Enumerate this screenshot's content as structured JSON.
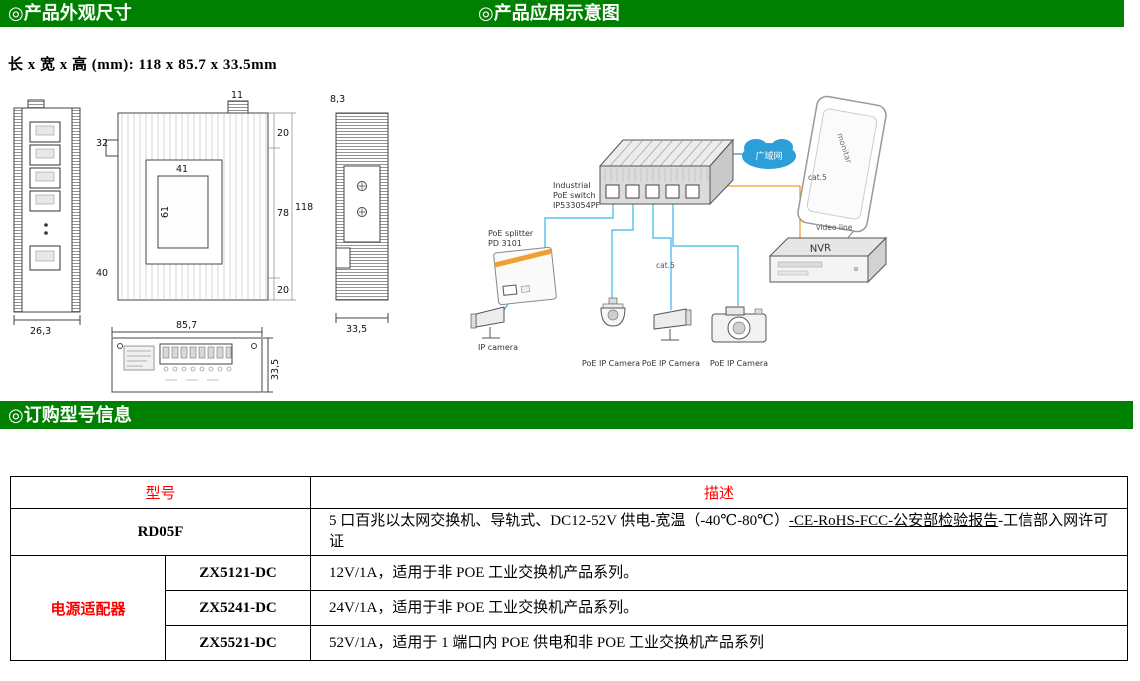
{
  "sections": {
    "appearance_title": "◎产品外观尺寸",
    "application_title": "◎产品应用示意图",
    "ordering_title": "◎订购型号信息"
  },
  "size_line": "长 x 宽 x 高 (mm): 118 x 85.7 x 33.5mm",
  "drawings": {
    "front": {
      "width": "26,3"
    },
    "main": {
      "top_tab": "11",
      "left_top": "32",
      "left_bottom": "40",
      "inner_w": "41",
      "inner_h": "61",
      "right_top": "20",
      "right_mid": "78",
      "right_bottom": "20",
      "total": "118"
    },
    "side": {
      "top": "8,3",
      "bottom": "33,5"
    },
    "bottom": {
      "width": "85,7",
      "height": "33,5"
    }
  },
  "diagram": {
    "switch_label_1": "Industrial",
    "switch_label_2": "PoE switch",
    "switch_label_3": "IP533054PF",
    "splitter_label_1": "PoE splitter",
    "splitter_label_2": "PD 3101",
    "cloud": "广域网",
    "monitor": "monitar",
    "nvr": "NVR",
    "video_line": "video line",
    "cat5_a": "cat.5",
    "cat5_b": "cat.5",
    "ip_camera": "IP camera",
    "poe_cam_1": "PoE IP Camera",
    "poe_cam_2": "PoE IP Camera",
    "poe_cam_3": "PoE IP Camera"
  },
  "table": {
    "col_model": "型号",
    "col_desc": "描述",
    "row1": {
      "model": "RD05F",
      "desc_pre": "5 口百兆以太网交换机、导轨式、DC12-52V 供电-宽温（-40℃-80℃）",
      "desc_underline": "-CE-RoHS-FCC-公安部检验报告",
      "desc_post": "-工信部入网许可证"
    },
    "adapter_group": "电源适配器",
    "adapter_rows": [
      {
        "model": "ZX5121-DC",
        "desc": "12V/1A，适用于非 POE 工业交换机产品系列。"
      },
      {
        "model": "ZX5241-DC",
        "desc": "24V/1A，适用于非 POE 工业交换机产品系列。"
      },
      {
        "model": "ZX5521-DC",
        "desc": "52V/1A，适用于 1 端口内 POE 供电和非 POE 工业交换机产品系列"
      }
    ]
  },
  "colors": {
    "header_bg": "#008000",
    "header_text": "#ffffff",
    "accent_red": "#ff0000",
    "line_cyan": "#3ab7e6",
    "line_orange": "#f0a030",
    "cloud_blue": "#2d9fd8"
  }
}
